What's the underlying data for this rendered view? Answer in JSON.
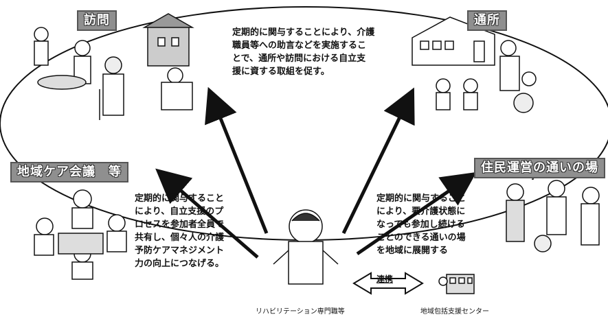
{
  "labels": {
    "visit": "訪問",
    "day_service": "通所",
    "community_care_meeting": "地域ケア会議　等",
    "resident_gathering": "住民運営の通いの場"
  },
  "texts": {
    "top_center": "定期的に関与することにより、介護\n職員等への助言などを実施するこ\nとで、通所や訪問における自立支\n援に資する取組を促す。",
    "left": "定期的に関与すること\nにより、自立支援のプ\nロセスを参加者全員で\n共有し、個々人の介護\n予防ケアマネジメント\n力の向上につなげる。",
    "right": "定期的に関与すること\nにより、要介護状態に\nなっても参加し続ける\nことのできる通いの場\nを地域に展開する"
  },
  "center": {
    "collaboration": "連携",
    "rehab_caption": "リハビリテーション専門職等",
    "center_caption": "地域包括支援センター"
  },
  "colors": {
    "label_bg": "#8f8f8f",
    "arrow": "#111111",
    "ellipse": "#111111"
  }
}
